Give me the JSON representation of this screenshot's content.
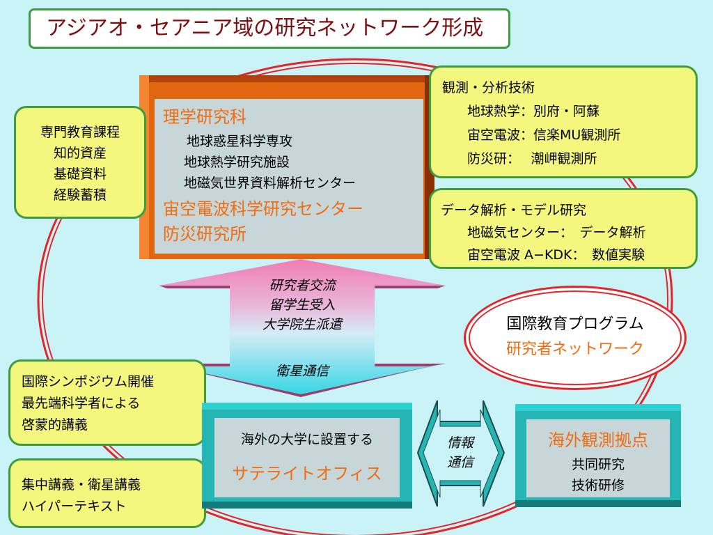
{
  "title": "アジアオ・セアニア域の研究ネットワーク形成",
  "center": {
    "heading": "理学研究科",
    "items": [
      "地球惑星科学専攻",
      "地球熱学研究施設",
      "地磁気世界資料解析センター"
    ],
    "orange_items": [
      "宙空電波科学研究センター",
      "防災研究所"
    ]
  },
  "left_top": [
    "専門教育課程",
    "知的資産",
    "基礎資料",
    "経験蓄積"
  ],
  "observation": {
    "heading": "観測・分析技術",
    "rows": [
      "地球熱学：別府・阿蘇",
      "宙空電波：信楽MU観測所",
      "防災研：　 潮岬観測所"
    ]
  },
  "data_analysis": {
    "heading": "データ解析・モデル研究",
    "rows": [
      "地磁気センター：　データ解析",
      "宙空電波 A−KDK：　数値実験"
    ]
  },
  "arrow_vertical": {
    "lines": [
      "研究者交流",
      "留学生受入",
      "大学院生派遣"
    ],
    "bottom": "衛星通信"
  },
  "oval": {
    "line1": "国際教育プログラム",
    "line2": "研究者ネットワーク"
  },
  "symposium": [
    "国際シンポジウム開催",
    "最先端科学者による",
    "啓蒙的講義"
  ],
  "lecture": [
    "集中講義・衛星講義",
    "ハイパーテキスト"
  ],
  "satellite_office": {
    "line1": "海外の大学に設置する",
    "line2": "サテライトオフィス"
  },
  "info_arrow": [
    "情報",
    "通信"
  ],
  "overseas": {
    "heading": "海外観測拠点",
    "rows": [
      "共同研究",
      "技術研修"
    ]
  },
  "colors": {
    "background": "#c9f3f6",
    "yellow": "#f4f77e",
    "green_border": "#3d9c3d",
    "orange": "#f26d10",
    "red_ring": "#e5242a"
  }
}
